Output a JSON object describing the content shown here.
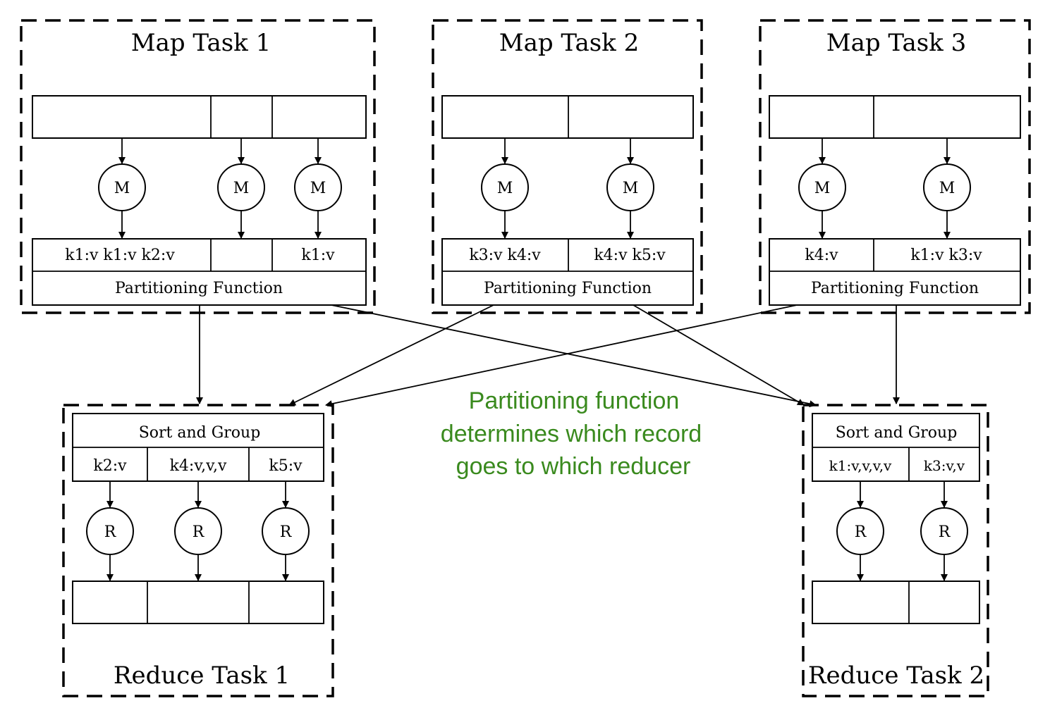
{
  "map_tasks": [
    {
      "title": "Map Task 1",
      "mapper_label": "M",
      "outputs": [
        "k1:v k1:v k2:v",
        "",
        "k1:v"
      ],
      "partition_label": "Partitioning Function"
    },
    {
      "title": "Map Task 2",
      "mapper_label": "M",
      "outputs": [
        "k3:v k4:v",
        "k4:v k5:v"
      ],
      "partition_label": "Partitioning Function"
    },
    {
      "title": "Map Task 3",
      "mapper_label": "M",
      "outputs": [
        "k4:v",
        "k1:v k3:v"
      ],
      "partition_label": "Partitioning Function"
    }
  ],
  "reduce_tasks": [
    {
      "title": "Reduce Task 1",
      "group_label": "Sort and Group",
      "groups": [
        "k2:v",
        "k4:v,v,v",
        "k5:v"
      ],
      "reducer_label": "R"
    },
    {
      "title": "Reduce Task 2",
      "group_label": "Sort and Group",
      "groups": [
        "k1:v,v,v,v",
        "k3:v,v"
      ],
      "reducer_label": "R"
    }
  ],
  "annotation": {
    "line1": "Partitioning function",
    "line2": "determines which record",
    "line3": "goes to which reducer",
    "color": "#3a8a1e"
  }
}
